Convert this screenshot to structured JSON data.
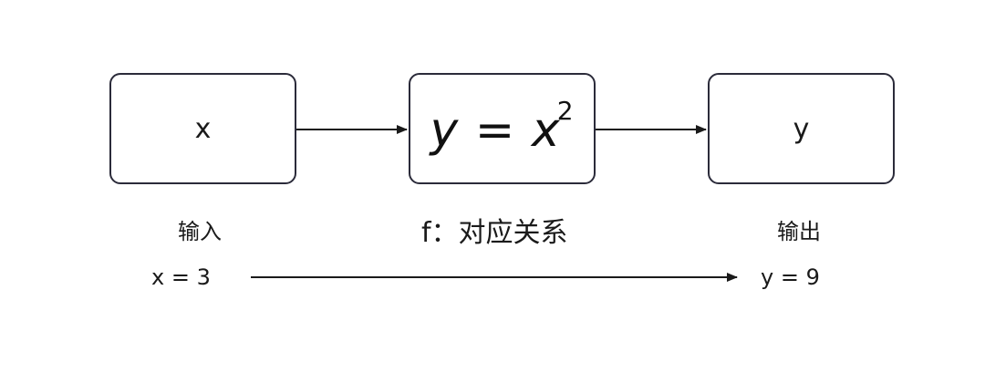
{
  "diagram": {
    "input_box": {
      "label": "x"
    },
    "function_box": {
      "formula": {
        "lhs": "y",
        "equals": "=",
        "base": "x",
        "exponent": "2"
      }
    },
    "output_box": {
      "label": "y"
    },
    "captions": {
      "input": "输入",
      "function": "f：对应关系",
      "output": "输出"
    },
    "example": {
      "input": "x = 3",
      "output": "y = 9"
    },
    "colors": {
      "stroke": "#2b2b3a",
      "text": "#1a1a1a"
    }
  }
}
